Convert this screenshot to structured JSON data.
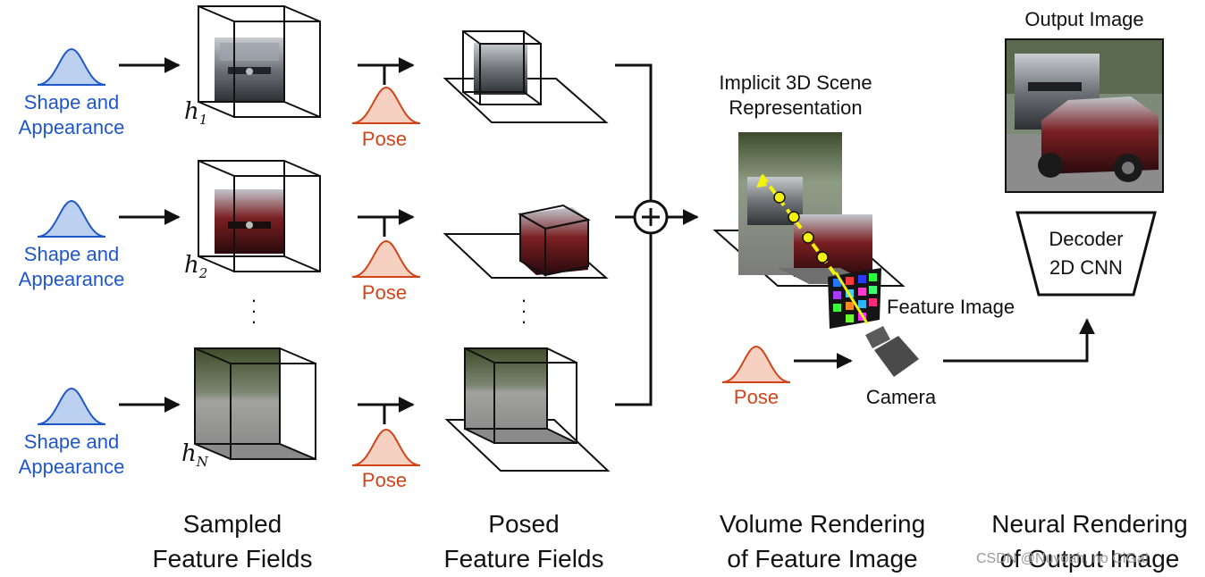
{
  "inputs": [
    {
      "label": "Shape and\nAppearance",
      "field_label": "h",
      "field_sub": "1"
    },
    {
      "label": "Shape and\nAppearance",
      "field_label": "h",
      "field_sub": "2"
    },
    {
      "label": "Shape and\nAppearance",
      "field_label": "h",
      "field_sub": "N"
    }
  ],
  "pose_label": "Pose",
  "scene": {
    "title": "Implicit 3D Scene\nRepresentation",
    "feature_image_label": "Feature Image",
    "camera_label": "Camera",
    "pose_label": "Pose"
  },
  "output": {
    "title": "Output Image",
    "decoder_line1": "Decoder",
    "decoder_line2": "2D CNN"
  },
  "captions": {
    "sampled": "Sampled\nFeature Fields",
    "posed": "Posed\nFeature Fields",
    "volume": "Volume Rendering\nof Feature Image",
    "neural": "Neural Rendering\nof Output Image"
  },
  "watermark": "CSDN @Nuyoah, no CiGa!",
  "colors": {
    "shape_blue": "#1f57c9",
    "shape_fill": "#bcd0ef",
    "pose_red": "#d24418",
    "pose_fill": "#f6d0c0",
    "ray_yellow": "#f2f20a"
  }
}
